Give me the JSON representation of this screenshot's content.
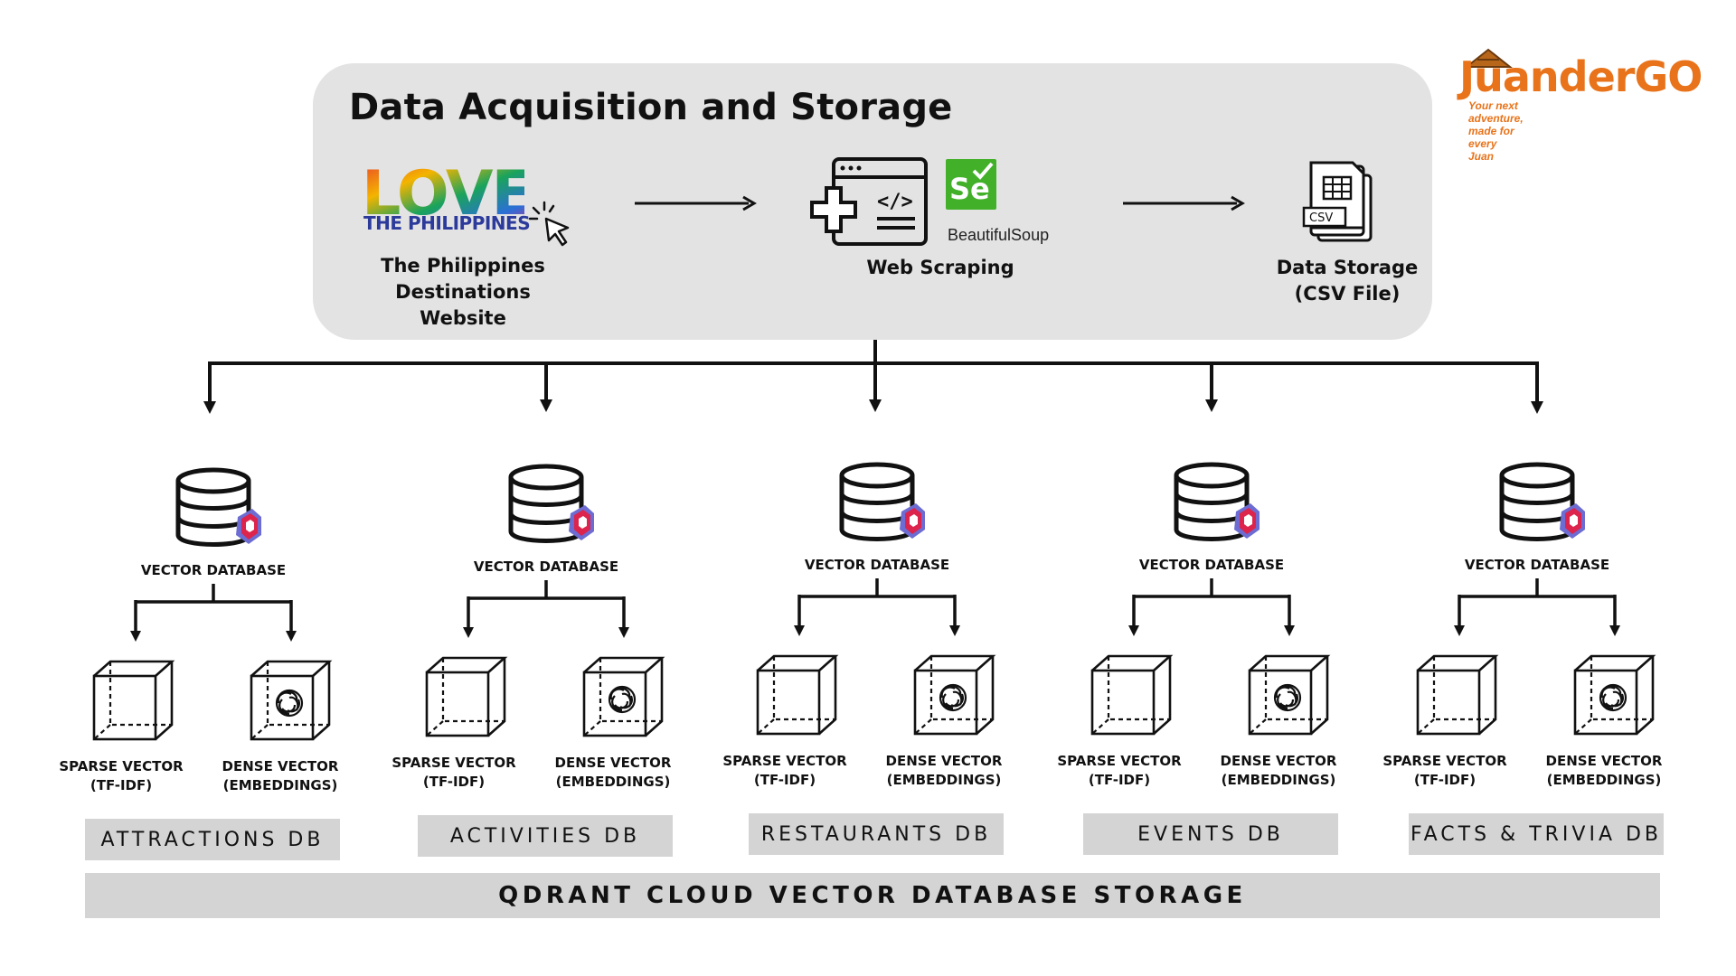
{
  "header": {
    "title": "Data Acquisition and Storage"
  },
  "logo": {
    "name": "JuanderGO",
    "tagline": "Your next adventure, made for every Juan",
    "color": "#e8731a"
  },
  "pipeline": {
    "source": {
      "logo_text": "LOVE",
      "logo_subtext": "THE PHILIPPINES",
      "caption_line1": "The Philippines Destinations",
      "caption_line2": "Website",
      "icon": "cursor-click-icon"
    },
    "scraping": {
      "caption": "Web Scraping",
      "tool_badge": "Se",
      "tool_name": "BeautifulSoup",
      "icon": "web-code-icon"
    },
    "storage": {
      "caption_line1": "Data Storage",
      "caption_line2": "(CSV File)",
      "file_label": "CSV",
      "icon": "csv-file-icon"
    }
  },
  "databases": [
    {
      "vector_label": "VECTOR DATABASE",
      "sparse_line1": "SPARSE VECTOR",
      "sparse_line2": "(TF-IDF)",
      "dense_line1": "DENSE VECTOR",
      "dense_line2": "(EMBEDDINGS)",
      "db_name": "ATTRACTIONS DB"
    },
    {
      "vector_label": "VECTOR DATABASE",
      "sparse_line1": "SPARSE VECTOR",
      "sparse_line2": "(TF-IDF)",
      "dense_line1": "DENSE VECTOR",
      "dense_line2": "(EMBEDDINGS)",
      "db_name": "ACTIVITIES DB"
    },
    {
      "vector_label": "VECTOR DATABASE",
      "sparse_line1": "SPARSE VECTOR",
      "sparse_line2": "(TF-IDF)",
      "dense_line1": "DENSE VECTOR",
      "dense_line2": "(EMBEDDINGS)",
      "db_name": "RESTAURANTS DB"
    },
    {
      "vector_label": "VECTOR DATABASE",
      "sparse_line1": "SPARSE VECTOR",
      "sparse_line2": "(TF-IDF)",
      "dense_line1": "DENSE VECTOR",
      "dense_line2": "(EMBEDDINGS)",
      "db_name": "EVENTS DB"
    },
    {
      "vector_label": "VECTOR DATABASE",
      "sparse_line1": "SPARSE VECTOR",
      "sparse_line2": "(TF-IDF)",
      "dense_line1": "DENSE VECTOR",
      "dense_line2": "(EMBEDDINGS)",
      "db_name": "FACTS & TRIVIA DB"
    }
  ],
  "footer": {
    "storage_label": "QDRANT CLOUD VECTOR DATABASE STORAGE"
  },
  "colors": {
    "panel": "#e3e3e3",
    "db_bar": "#d4d4d4",
    "qdrant_red": "#dc244c",
    "qdrant_blue": "#6c6cd2",
    "selenium_green": "#43b02a",
    "love_blue": "#2b3a9b"
  }
}
